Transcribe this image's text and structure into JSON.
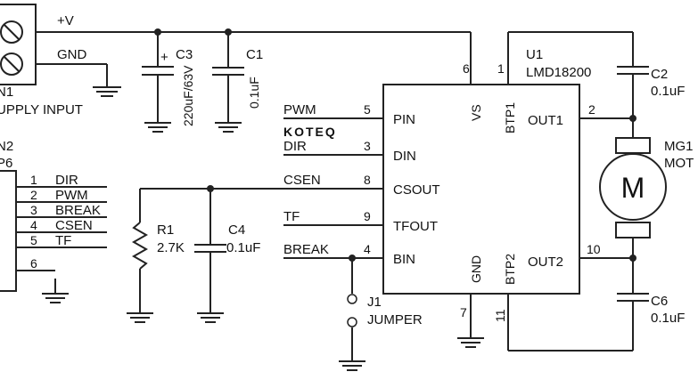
{
  "power": {
    "vplus": "+V",
    "gnd": "GND"
  },
  "j1": {
    "ref_partial": "N1",
    "name_partial": "UPPLY INPUT"
  },
  "j2": {
    "ref_partial": "N2",
    "name_partial": "P6",
    "pins": [
      {
        "num": "1",
        "label": "DIR"
      },
      {
        "num": "2",
        "label": "PWM"
      },
      {
        "num": "3",
        "label": "BREAK"
      },
      {
        "num": "4",
        "label": "CSEN"
      },
      {
        "num": "5",
        "label": "TF"
      },
      {
        "num": "6",
        "label": ""
      }
    ]
  },
  "c3": {
    "ref": "C3",
    "value": "220uF/63V",
    "plus": "+"
  },
  "c1": {
    "ref": "C1",
    "value": "0.1uF"
  },
  "c2": {
    "ref": "C2",
    "value": "0.1uF"
  },
  "c4": {
    "ref": "C4",
    "value": "0.1uF"
  },
  "c6": {
    "ref": "C6",
    "value": "0.1uF"
  },
  "r1": {
    "ref": "R1",
    "value": "2.7K"
  },
  "jumper": {
    "ref": "J1",
    "name": "JUMPER"
  },
  "motor": {
    "ref_partial": "MG1",
    "name_partial": "MOT",
    "symbol": "M"
  },
  "logo": "KOTEQ",
  "ic": {
    "ref": "U1",
    "part": "LMD18200",
    "left_pins": [
      {
        "num": "5",
        "name": "PIN",
        "net": "PWM"
      },
      {
        "num": "3",
        "name": "DIN",
        "net": "DIR"
      },
      {
        "num": "8",
        "name": "CSOUT",
        "net": "CSEN"
      },
      {
        "num": "9",
        "name": "TFOUT",
        "net": "TF"
      },
      {
        "num": "4",
        "name": "BIN",
        "net": "BREAK"
      }
    ],
    "right_pins": [
      {
        "num": "2",
        "name": "OUT1"
      },
      {
        "num": "10",
        "name": "OUT2"
      }
    ],
    "top_pins": [
      {
        "num": "6",
        "name": "VS"
      },
      {
        "num": "1",
        "name": "BTP1"
      }
    ],
    "bottom_pins": [
      {
        "num": "7",
        "name": "GND"
      },
      {
        "num": "11",
        "name": "BTP2"
      }
    ]
  }
}
